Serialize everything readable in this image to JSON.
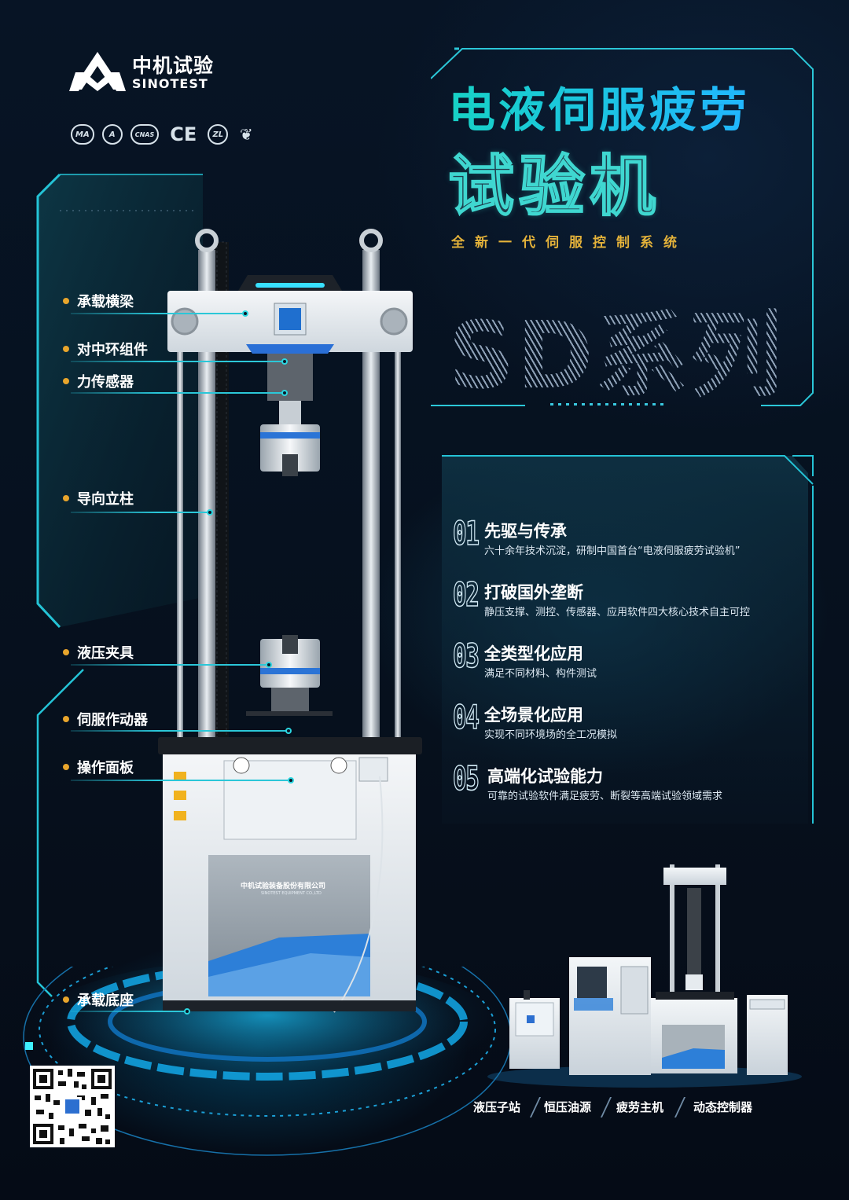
{
  "brand": {
    "name_cn": "中机试验",
    "name_en": "SINOTEST",
    "certifications": [
      {
        "text": "MA",
        "icon": "cma-mark"
      },
      {
        "text": "A",
        "icon": "cal-mark"
      },
      {
        "text": "CNAS",
        "icon": "cnas-mark"
      },
      {
        "text": "CE",
        "icon": "ce-mark"
      },
      {
        "text": "ZL",
        "icon": "zl-mark"
      },
      {
        "text": "",
        "icon": "leaf-mark"
      }
    ]
  },
  "title": {
    "main": "电液伺服疲劳",
    "sub": "试验机",
    "tagline": "全新一代伺服控制系统",
    "series": "SD系列"
  },
  "parts": [
    "承载横梁",
    "对中环组件",
    "力传感器",
    "导向立柱",
    "液压夹具",
    "伺服作动器",
    "操作面板",
    "承载底座"
  ],
  "machine": {
    "company_cn": "中机试验装备股份有限公司",
    "company_en": "SINOTEST EQUIPMENT CO.,LTD"
  },
  "features": [
    {
      "num": "01",
      "title": "先驱与传承",
      "desc": "六十余年技术沉淀，研制中国首台“电液伺服疲劳试验机”"
    },
    {
      "num": "02",
      "title": "打破国外垄断",
      "desc": "静压支撑、测控、传感器、应用软件四大核心技术自主可控"
    },
    {
      "num": "03",
      "title": "全类型化应用",
      "desc": "满足不同材料、构件测试"
    },
    {
      "num": "04",
      "title": "全场景化应用",
      "desc": "实现不同环境场的全工况模拟"
    },
    {
      "num": "05",
      "title": "高端化试验能力",
      "desc": "可靠的试验软件满足疲劳、断裂等高端试验领域需求"
    }
  ],
  "products": [
    "液压子站",
    "恒压油源",
    "疲劳主机",
    "动态控制器"
  ],
  "colors": {
    "accent_cyan": "#2bc7d8",
    "title_gradient_start": "#17d2c5",
    "title_gradient_end": "#21b6ff",
    "tagline": "#e4b23a",
    "bullet": "#e8a52c",
    "background": "#07101f"
  }
}
